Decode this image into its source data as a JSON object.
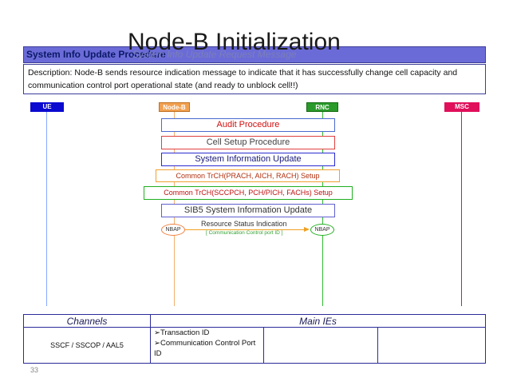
{
  "slide": {
    "title": "Node-B Initialization",
    "header_label": "System Info Update Procedure",
    "header_sub": "System Info Update Request Message",
    "description": "Description: Node-B sends resource indication message to indicate that it has successfully change cell capacity and communication control port operational state (and ready to unblock cell!!)",
    "page_number": "33"
  },
  "entities": {
    "ue": "UE",
    "nodeb": "Node-B",
    "rnc": "RNC",
    "msc": "MSC"
  },
  "procedures": {
    "audit": "Audit Procedure",
    "cell_setup": "Cell Setup Procedure",
    "sysinfo": "System Information Update",
    "common_trch_1": "Common TrCH(PRACH, AICH, RACH) Setup",
    "common_trch_2": "Common TrCH(SCCPCH, PCH/PICH, FACHs) Setup",
    "sib5": "SIB5 System Information Update"
  },
  "message": {
    "left_protocol": "NBAP",
    "right_protocol": "NBAP",
    "label": "Resource Status Indication",
    "sublabel": "[ Communication Control port ID ]"
  },
  "table": {
    "col_channels": "Channels",
    "col_main_ies": "Main IEs",
    "channels": "SSCF / SSCOP / AAL5",
    "ies": [
      "➢Transaction ID",
      "➢Communication Control Port ID"
    ]
  },
  "colors": {
    "header_bg": "#6b6bd8",
    "ue": "#0a0ad0",
    "nodeb": "#f2a050",
    "rnc": "#2a9a2a",
    "msc": "#e0105a"
  }
}
